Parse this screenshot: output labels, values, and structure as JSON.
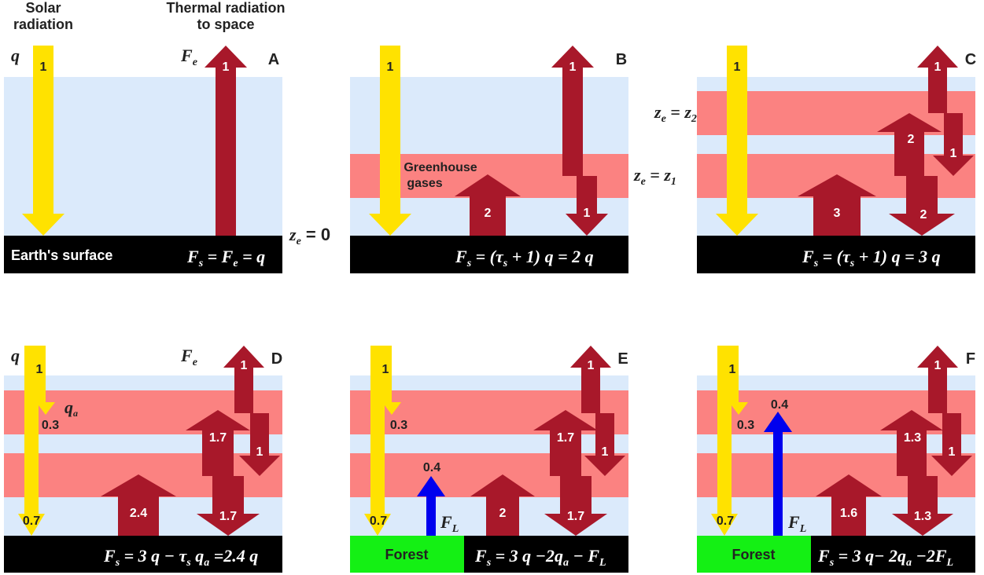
{
  "header": {
    "solar_line1": "Solar",
    "solar_line2": "radiation",
    "thermal_line1": "Thermal radiation",
    "thermal_line2": "to space"
  },
  "symbols": {
    "q": "q",
    "Fe": "F",
    "Fe_sub": "e",
    "qa": "q",
    "qa_sub": "a",
    "FL": "F",
    "FL_sub": "L"
  },
  "panels": {
    "A": {
      "letter": "A",
      "ze_label": "z",
      "ze_sub": "e",
      "ze_value": " = 0",
      "surface_label": "Earth's surface",
      "equation": "F s = F e = q",
      "solar_value": "1",
      "thermal_value": "1"
    },
    "B": {
      "letter": "B",
      "ghg_line1": "Greenhouse",
      "ghg_line2": "gases",
      "ze_label": "z",
      "ze_sub": "e",
      "ze_value": " = z",
      "ze_value_sub": "1",
      "equation": "F s = (τ s + 1) q  = 2 q",
      "solar_value": "1",
      "surface_up": "2",
      "layer_up": "1",
      "layer_down": "1"
    },
    "C": {
      "letter": "C",
      "ze_label": "z",
      "ze_sub": "e",
      "ze_value": " = z",
      "ze_value_sub": "2",
      "equation": "F s = (τ s + 1) q  = 3 q",
      "solar_value": "1",
      "surface_up": "3",
      "top_up": "1",
      "top_down": "1",
      "mid_up": "2",
      "mid_down": "2"
    },
    "D": {
      "letter": "D",
      "equation": "F s = 3 q − τ s q a = 2.4 q",
      "solar_top": "1",
      "absorbed": "0.3",
      "solar_bottom": "0.7",
      "surface_up": "2.4",
      "top_up": "1",
      "top_down": "1",
      "mid_up": "1.7",
      "mid_down": "1.7"
    },
    "E": {
      "letter": "E",
      "forest_label": "Forest",
      "equation": "F s = 3 q − 2q a − F L",
      "solar_top": "1",
      "absorbed": "0.3",
      "solar_bottom": "0.7",
      "latent": "0.4",
      "surface_up": "2",
      "top_up": "1",
      "top_down": "1",
      "mid_up": "1.7",
      "mid_down": "1.7"
    },
    "F": {
      "letter": "F",
      "forest_label": "Forest",
      "equation": "F s = 3 q − 2q a − 2F L",
      "solar_top": "1",
      "absorbed": "0.3",
      "solar_bottom": "0.7",
      "latent": "0.4",
      "surface_up": "1.6",
      "top_up": "1",
      "top_down": "1",
      "mid_up": "1.3",
      "mid_down": "1.3"
    }
  },
  "colors": {
    "sky": "#dbeafb",
    "greenhouse_layer": "#fb8281",
    "solar": "#ffe200",
    "thermal": "#a8182a",
    "latent": "#0000ee",
    "forest": "#14f014",
    "ground": "#000000"
  }
}
